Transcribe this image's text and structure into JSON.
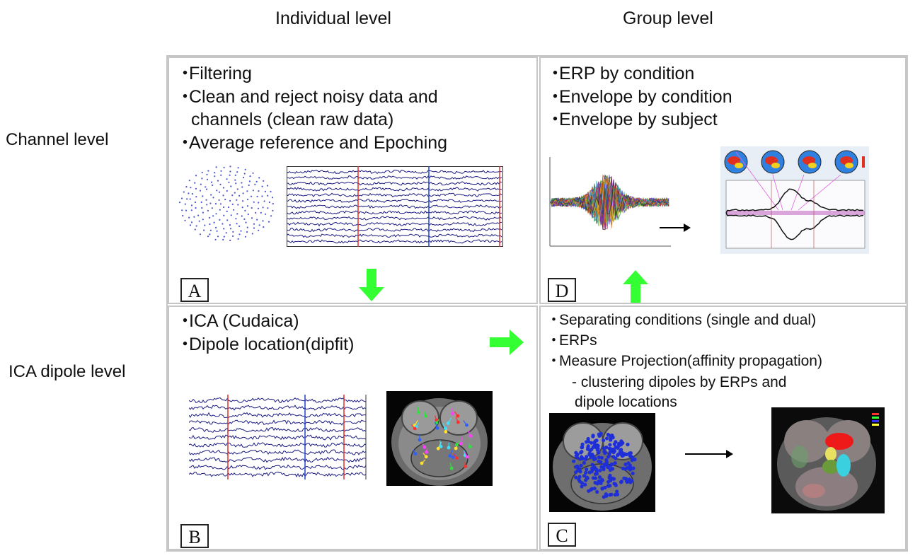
{
  "columns": {
    "individual": "Individual level",
    "group": "Group level"
  },
  "rows": {
    "channel": "Channel level",
    "ica": "ICA dipole level"
  },
  "panels": {
    "A": {
      "label": "A",
      "bullets": [
        "Filtering",
        "Clean and reject noisy data and",
        "channels (clean raw data)",
        "Average reference and Epoching"
      ]
    },
    "D": {
      "label": "D",
      "bullets": [
        "ERP by condition",
        "Envelope by condition",
        "Envelope by subject"
      ]
    },
    "B": {
      "label": "B",
      "bullets": [
        "ICA (Cudaica)",
        "Dipole location(dipfit)"
      ]
    },
    "C": {
      "label": "C",
      "bullets": [
        "Separating conditions (single and dual)",
        "ERPs",
        "Measure Projection(affinity propagation)",
        "- clustering dipoles by ERPs and",
        "dipole locations"
      ]
    }
  },
  "colors": {
    "arrow": "#33ff33",
    "border": "#c6c6c6",
    "eeg_trace": "#1a1a80",
    "red_marker": "#e03030",
    "blue_marker": "#2040d0",
    "dipole": "#1f2fd8"
  }
}
